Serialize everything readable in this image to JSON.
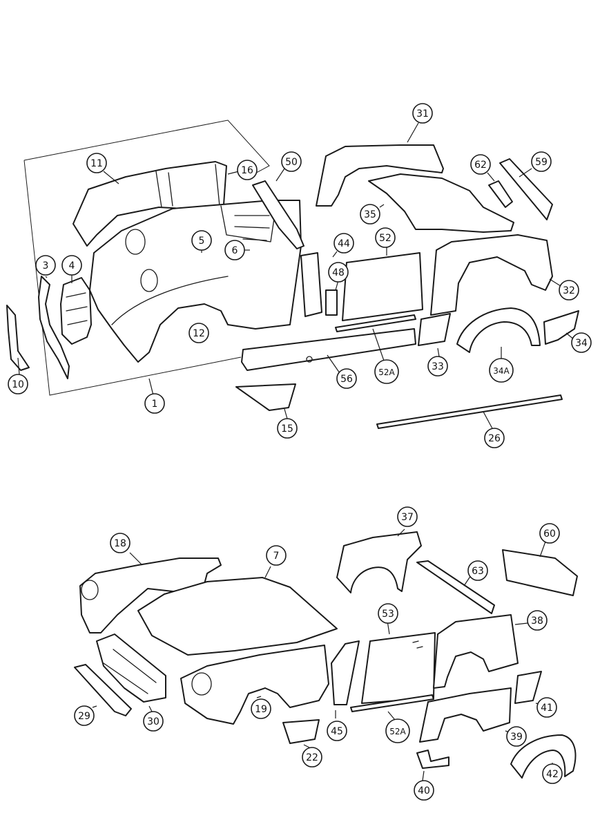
{
  "diagram": {
    "callouts": [
      {
        "id": "c1",
        "label": "1"
      },
      {
        "id": "c3",
        "label": "3"
      },
      {
        "id": "c4",
        "label": "4"
      },
      {
        "id": "c5",
        "label": "5"
      },
      {
        "id": "c6",
        "label": "6"
      },
      {
        "id": "c10",
        "label": "10"
      },
      {
        "id": "c11",
        "label": "11"
      },
      {
        "id": "c12",
        "label": "12"
      },
      {
        "id": "c15",
        "label": "15"
      },
      {
        "id": "c16",
        "label": "16"
      },
      {
        "id": "c26",
        "label": "26"
      },
      {
        "id": "c31",
        "label": "31"
      },
      {
        "id": "c32",
        "label": "32"
      },
      {
        "id": "c33",
        "label": "33"
      },
      {
        "id": "c34",
        "label": "34"
      },
      {
        "id": "c34a",
        "label": "34A"
      },
      {
        "id": "c35",
        "label": "35"
      },
      {
        "id": "c44",
        "label": "44"
      },
      {
        "id": "c48",
        "label": "48"
      },
      {
        "id": "c50",
        "label": "50"
      },
      {
        "id": "c52",
        "label": "52"
      },
      {
        "id": "c52a-top",
        "label": "52A"
      },
      {
        "id": "c56",
        "label": "56"
      },
      {
        "id": "c59",
        "label": "59"
      },
      {
        "id": "c62",
        "label": "62"
      },
      {
        "id": "c7",
        "label": "7"
      },
      {
        "id": "c18",
        "label": "18"
      },
      {
        "id": "c19",
        "label": "19"
      },
      {
        "id": "c22",
        "label": "22"
      },
      {
        "id": "c29",
        "label": "29"
      },
      {
        "id": "c30",
        "label": "30"
      },
      {
        "id": "c37",
        "label": "37"
      },
      {
        "id": "c38",
        "label": "38"
      },
      {
        "id": "c39",
        "label": "39"
      },
      {
        "id": "c40",
        "label": "40"
      },
      {
        "id": "c41",
        "label": "41"
      },
      {
        "id": "c42",
        "label": "42"
      },
      {
        "id": "c45",
        "label": "45"
      },
      {
        "id": "c52a-bottom",
        "label": "52A"
      },
      {
        "id": "c53",
        "label": "53"
      },
      {
        "id": "c60",
        "label": "60"
      },
      {
        "id": "c63",
        "label": "63"
      }
    ]
  }
}
